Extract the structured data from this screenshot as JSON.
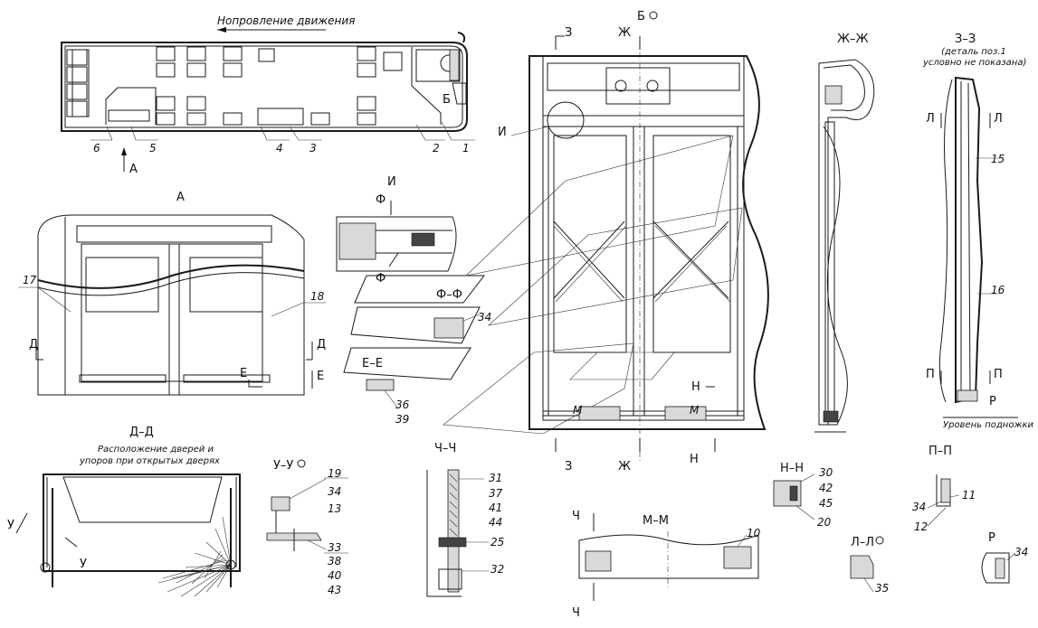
{
  "top_view": {
    "direction_label": "Нопровление движения",
    "view_arrow_label": "А",
    "leader_labels": [
      "1",
      "2",
      "3",
      "4",
      "5",
      "6"
    ],
    "section_mark": "Б"
  },
  "view_A": {
    "title": "А",
    "labels": {
      "p17": "17",
      "p18": "18"
    },
    "cut_marks": {
      "d_left": "Д",
      "d_right": "Д",
      "e_right": "Е",
      "e_inner": "Е"
    }
  },
  "detail_I": {
    "title": "И",
    "cut_top": "Ф",
    "cut_bottom": "Ф"
  },
  "section_FF": {
    "title": "Ф–Ф",
    "label": "34"
  },
  "section_EE": {
    "title": "Е–Е",
    "labels": [
      "36",
      "39"
    ]
  },
  "main_view": {
    "title": "Б",
    "cut_labels_top": [
      "З",
      "Ж"
    ],
    "cut_labels_bottom": [
      "З",
      "Ж",
      "Н"
    ],
    "detail_callout": "И",
    "m_marks": [
      "М",
      "М"
    ],
    "n_mark": "Н"
  },
  "section_ZhZh": {
    "title": "Ж–Ж"
  },
  "section_ZZ": {
    "title": "З–З",
    "note_line1": "(деталь поз.1",
    "note_line2": "условно не показана)",
    "labels": [
      "15",
      "16"
    ],
    "cut_l": [
      "Л",
      "Л"
    ],
    "cut_p": [
      "П",
      "П"
    ],
    "r_mark": "Р",
    "level_label": "Уровень подножки"
  },
  "section_DD": {
    "title": "Д–Д",
    "subtitle_line1": "Расположение дверей и",
    "subtitle_line2": "упоров при открытых дверях",
    "cut_marks": [
      "У",
      "У"
    ]
  },
  "section_UU": {
    "title": "У–У",
    "labels": [
      "19",
      "34",
      "13",
      "33",
      "38",
      "40",
      "43"
    ]
  },
  "section_ChCh": {
    "title": "Ч–Ч",
    "labels": [
      "31",
      "37",
      "41",
      "44",
      "25",
      "32"
    ]
  },
  "section_MM": {
    "title": "М–М",
    "label": "10",
    "cut_marks": [
      "Ч",
      "Ч"
    ]
  },
  "section_NN": {
    "title": "Н–Н",
    "labels": [
      "30",
      "42",
      "45",
      "20"
    ]
  },
  "section_PP": {
    "title": "П–П",
    "labels": [
      "11",
      "34",
      "12"
    ]
  },
  "section_LL": {
    "title": "Л–Л",
    "label": "35"
  },
  "section_R": {
    "title": "Р",
    "label": "34"
  }
}
